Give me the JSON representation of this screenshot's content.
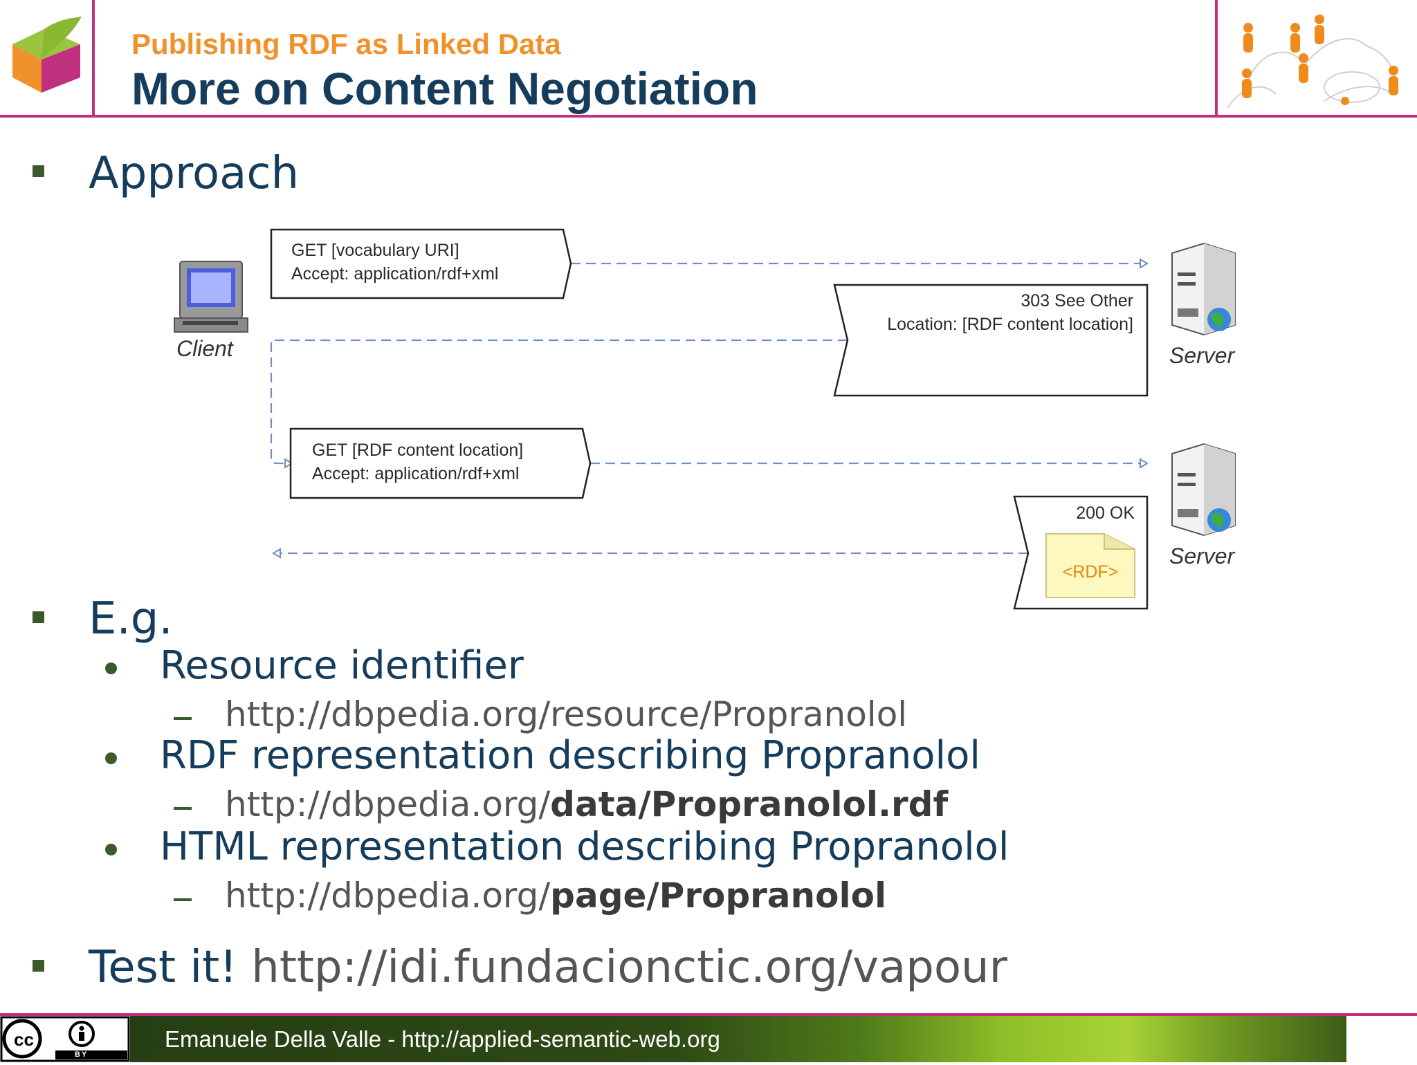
{
  "header": {
    "subtitle": "Publishing RDF as Linked Data",
    "title": "More on Content Negotiation"
  },
  "bullets": {
    "approach": "Approach",
    "eg": "E.g.",
    "items": [
      {
        "label": "Resource identifier",
        "url_prefix": "http://dbpedia.org/resource/Propranolol",
        "url_bold": ""
      },
      {
        "label": "RDF representation describing Propranolol",
        "url_prefix": "http://dbpedia.org/",
        "url_bold": "data/Propranolol.rdf"
      },
      {
        "label": "HTML representation describing Propranolol",
        "url_prefix": "http://dbpedia.org/",
        "url_bold": "page/Propranolol"
      }
    ],
    "test_label": "Test it!",
    "test_url": "http://idi.fundacionctic.org/vapour"
  },
  "diagram": {
    "client_label": "Client",
    "server_label": "Server",
    "msg1": {
      "line1": "GET [vocabulary URI]",
      "line2": "Accept: application/rdf+xml"
    },
    "msg2": {
      "line1": "303 See Other",
      "line2": "Location: [RDF content location]"
    },
    "msg3": {
      "line1": "GET [RDF content location]",
      "line2": "Accept: application/rdf+xml"
    },
    "msg4": {
      "line1": "200 OK",
      "doc": "<RDF>"
    }
  },
  "footer": {
    "text": "Emanuele Della Valle - http://applied-semantic-web.org",
    "license_cc": "cc",
    "license_by": "BY"
  },
  "colors": {
    "accent_magenta": "#c0307f",
    "title_navy": "#163c5c",
    "subtitle_orange": "#f0922b",
    "bullet_green": "#3b5a2c"
  }
}
